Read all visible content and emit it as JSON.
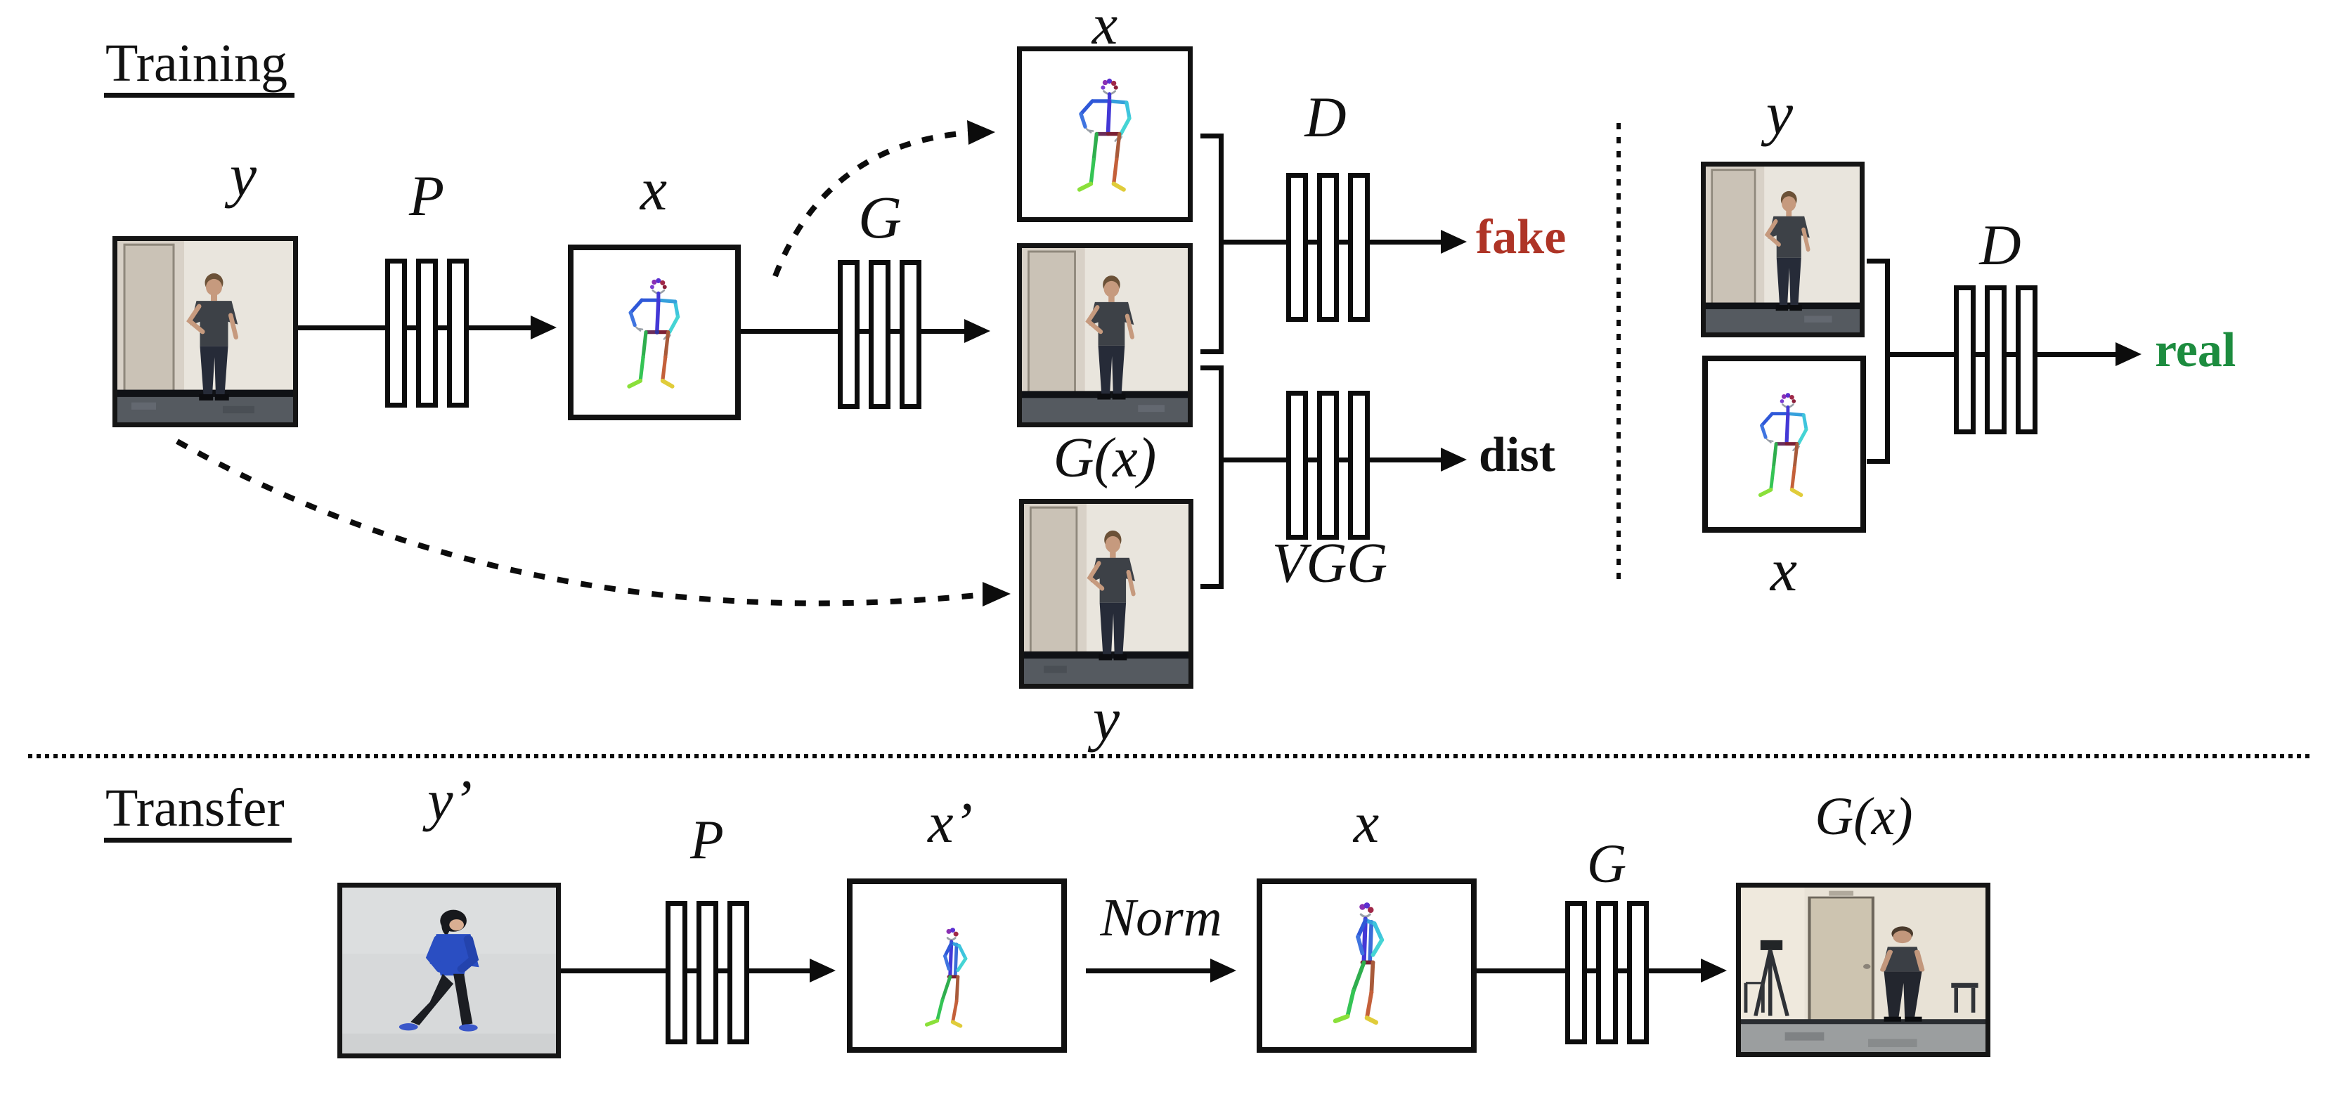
{
  "training": {
    "title": "Training",
    "input_label": "y",
    "pose_net_label": "P",
    "pose_label": "x",
    "generator_label": "G",
    "stack": {
      "pose_label": "x",
      "generated_label": "G(x)",
      "ground_truth_label": "y"
    },
    "discriminator_label": "D",
    "fake_label": "fake",
    "vgg_label": "VGG",
    "dist_label": "dist",
    "real_pair": {
      "image_label": "y",
      "pose_label": "x",
      "discriminator_label": "D",
      "real_label": "real"
    }
  },
  "transfer": {
    "title": "Transfer",
    "source_label": "y’",
    "pose_net_label": "P",
    "source_pose_label": "x’",
    "norm_label": "Norm",
    "normalized_pose_label": "x",
    "generator_label": "G",
    "output_label": "G(x)"
  },
  "colors": {
    "fake": "#ae3426",
    "real": "#1d8c3f",
    "ink": "#0c0c0c"
  }
}
